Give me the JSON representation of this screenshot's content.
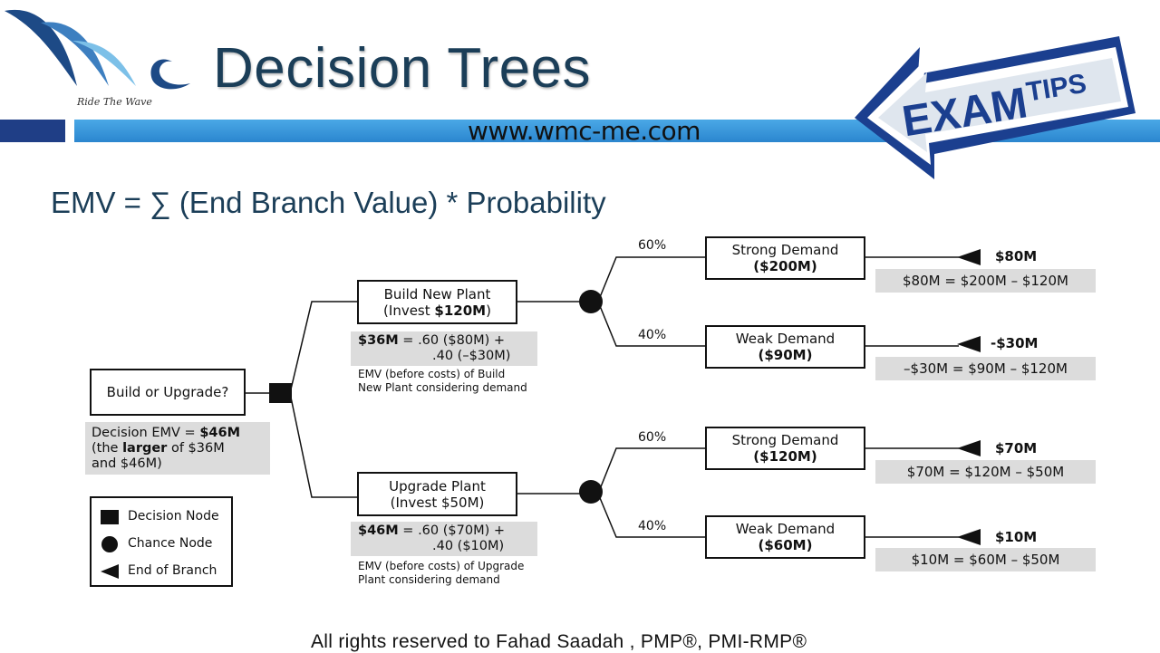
{
  "header": {
    "logo_tagline": "Ride The Wave",
    "title": "Decision Trees",
    "url": "www.wmc-me.com",
    "badge": "EXAM TIPS"
  },
  "formula": "EMV = ∑ (End Branch Value) * Probability",
  "tree": {
    "root": "Build or Upgrade?",
    "decision_emv": {
      "line1_prefix": "Decision EMV = ",
      "line1_bold": "$46M",
      "line2_prefix": "(the ",
      "line2_bold": "larger",
      "line2_suffix": " of $36M",
      "line3": "and $46M)"
    },
    "build": {
      "line1": "Build New Plant",
      "line2_prefix": "(Invest ",
      "line2_bold": "$120M",
      "line2_suffix": ")",
      "emv_bold": "$36M",
      "emv_line1_rest": " = .60 ($80M) +",
      "emv_line2": ".40 (–$30M)",
      "note_line1": "EMV (before costs) of Build",
      "note_line2": "New Plant considering demand",
      "strong": {
        "prob": "60%",
        "title": "Strong Demand",
        "value": "($200M)",
        "end_value": "$80M",
        "calc": "$80M = $200M – $120M"
      },
      "weak": {
        "prob": "40%",
        "title": "Weak Demand",
        "value": "($90M)",
        "end_value": "-$30M",
        "calc": "–$30M = $90M – $120M"
      }
    },
    "upgrade": {
      "line1": "Upgrade Plant",
      "line2": "(Invest $50M)",
      "emv_bold": "$46M",
      "emv_line1_rest": " = .60 ($70M) +",
      "emv_line2": ".40 ($10M)",
      "note_line1": "EMV (before costs) of Upgrade",
      "note_line2": "Plant considering demand",
      "strong": {
        "prob": "60%",
        "title": "Strong Demand",
        "value": "($120M)",
        "end_value": "$70M",
        "calc": "$70M = $120M – $50M"
      },
      "weak": {
        "prob": "40%",
        "title": "Weak Demand",
        "value": "($60M)",
        "end_value": "$10M",
        "calc": "$10M = $60M – $50M"
      }
    }
  },
  "legend": {
    "decision": "Decision Node",
    "chance": "Chance Node",
    "end": "End of Branch"
  },
  "footer": "All rights reserved to Fahad Saadah , PMP®, PMI-RMP®",
  "colors": {
    "title": "#1b3e58",
    "bar": "#2b86cf",
    "bar_dark": "#1f3e86",
    "shade": "#dcdcdc"
  }
}
